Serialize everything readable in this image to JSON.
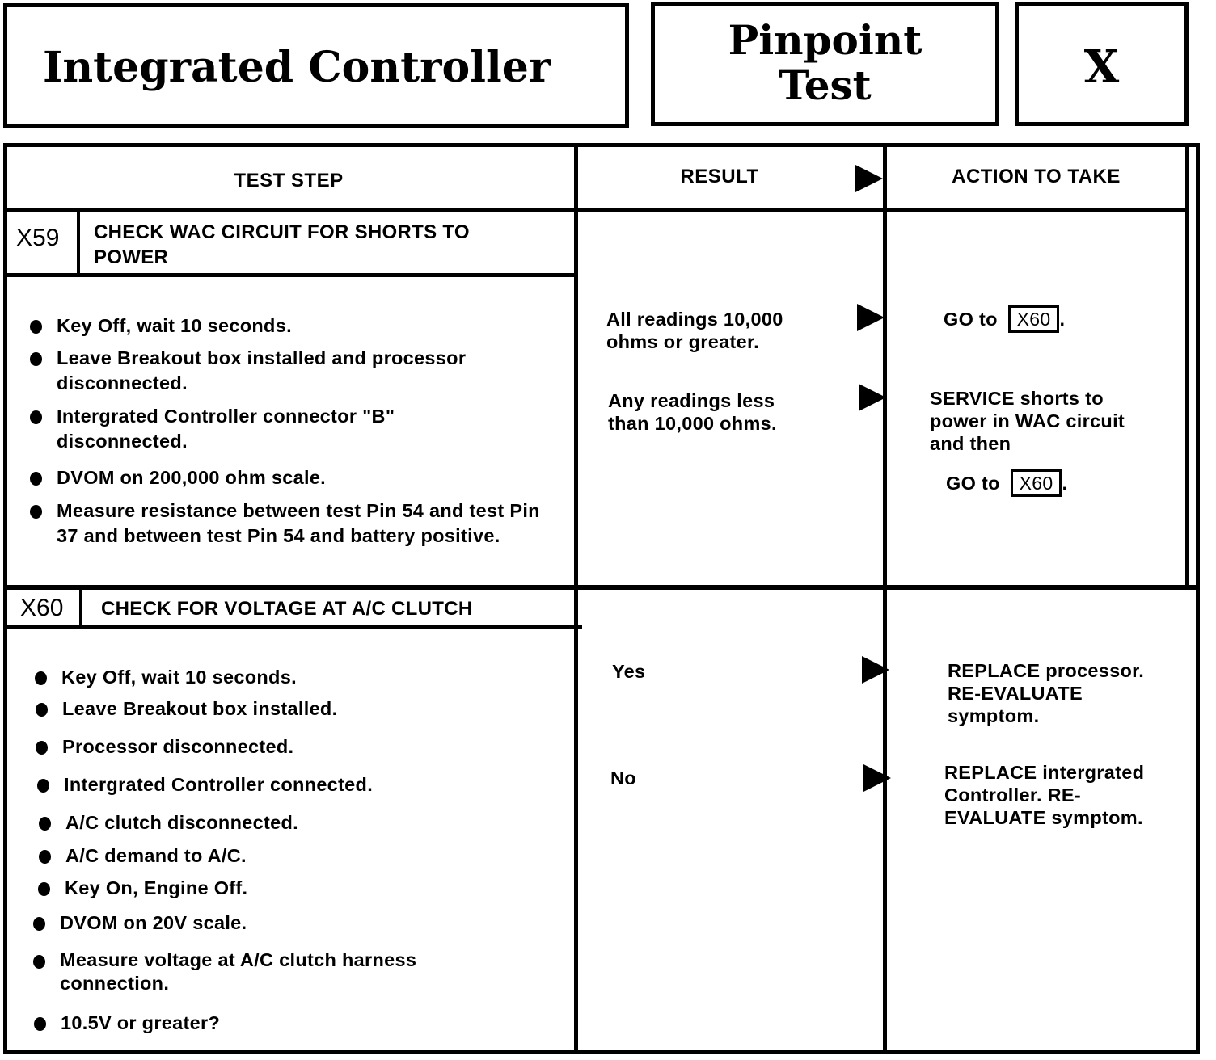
{
  "header": {
    "title": "Integrated Controller",
    "pinpoint_line1": "Pinpoint",
    "pinpoint_line2": "Test",
    "test_letter": "X"
  },
  "columns": {
    "test_step": "TEST STEP",
    "result": "RESULT",
    "action": "ACTION TO TAKE"
  },
  "steps": [
    {
      "id": "X59",
      "title_line1": "CHECK WAC CIRCUIT FOR SHORTS TO",
      "title_line2": "POWER",
      "bullets": [
        "Key Off, wait 10 seconds.",
        "Leave Breakout box installed and processor disconnected.",
        "Intergrated Controller connector \"B\" disconnected.",
        "DVOM on 200,000 ohm scale.",
        "Measure resistance between test Pin 54 and test Pin 37 and between test Pin 54 and battery positive."
      ],
      "results": [
        {
          "text": "All readings 10,000 ohms or greater.",
          "action_prefix": "GO to",
          "action_ref": "X60",
          "action_suffix": "."
        },
        {
          "text": "Any readings less than 10,000 ohms.",
          "action_text": "SERVICE shorts to power in WAC circuit and then",
          "action_prefix": "GO to",
          "action_ref": "X60",
          "action_suffix": "."
        }
      ]
    },
    {
      "id": "X60",
      "title_line1": "CHECK FOR VOLTAGE AT A/C CLUTCH",
      "bullets": [
        "Key Off, wait 10 seconds.",
        "Leave Breakout box installed.",
        "Processor disconnected.",
        "Intergrated Controller connected.",
        "A/C clutch disconnected.",
        "A/C demand to A/C.",
        "Key On, Engine Off.",
        "DVOM on 20V scale.",
        "Measure voltage at A/C clutch harness connection.",
        "10.5V or greater?"
      ],
      "results": [
        {
          "text": "Yes",
          "action_text": "REPLACE processor. RE-EVALUATE symptom."
        },
        {
          "text": "No",
          "action_text": "REPLACE intergrated Controller. RE-EVALUATE symptom."
        }
      ]
    }
  ]
}
